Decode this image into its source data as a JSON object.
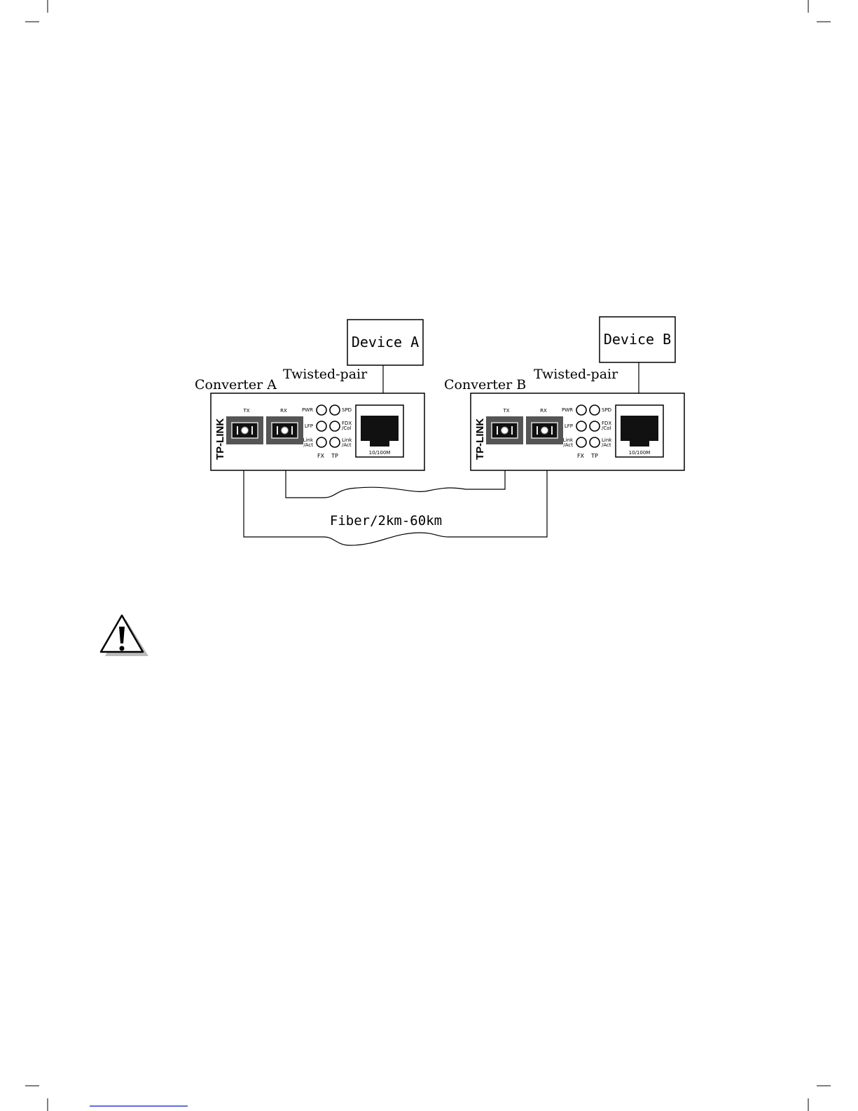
{
  "diagram": {
    "device_a": {
      "label": "Device A"
    },
    "device_b": {
      "label": "Device B"
    },
    "converter_a": {
      "name": "Converter A",
      "link_label": "Twisted-pair",
      "logo": "TP-LINK",
      "port_tx": "TX",
      "port_rx": "RX",
      "led_pwr": "PWR",
      "led_lfp": "LFP",
      "led_link_fx_1": "Link",
      "led_link_fx_2": "/Act",
      "led_spd": "SPD",
      "led_fdx_1": "FDX",
      "led_fdx_2": "/Col",
      "led_link_tp_1": "Link",
      "led_link_tp_2": "/Act",
      "group_fx": "FX",
      "group_tp": "TP",
      "rj45": "10/100M"
    },
    "converter_b": {
      "name": "Converter B",
      "link_label": "Twisted-pair",
      "logo": "TP-LINK",
      "port_tx": "TX",
      "port_rx": "RX",
      "led_pwr": "PWR",
      "led_lfp": "LFP",
      "led_link_fx_1": "Link",
      "led_link_fx_2": "/Act",
      "led_spd": "SPD",
      "led_fdx_1": "FDX",
      "led_fdx_2": "/Col",
      "led_link_tp_1": "Link",
      "led_link_tp_2": "/Act",
      "group_fx": "FX",
      "group_tp": "TP",
      "rj45": "10/100M"
    },
    "fiber_label": "Fiber/2km-60km"
  },
  "warning_icon": "caution-triangle-icon"
}
